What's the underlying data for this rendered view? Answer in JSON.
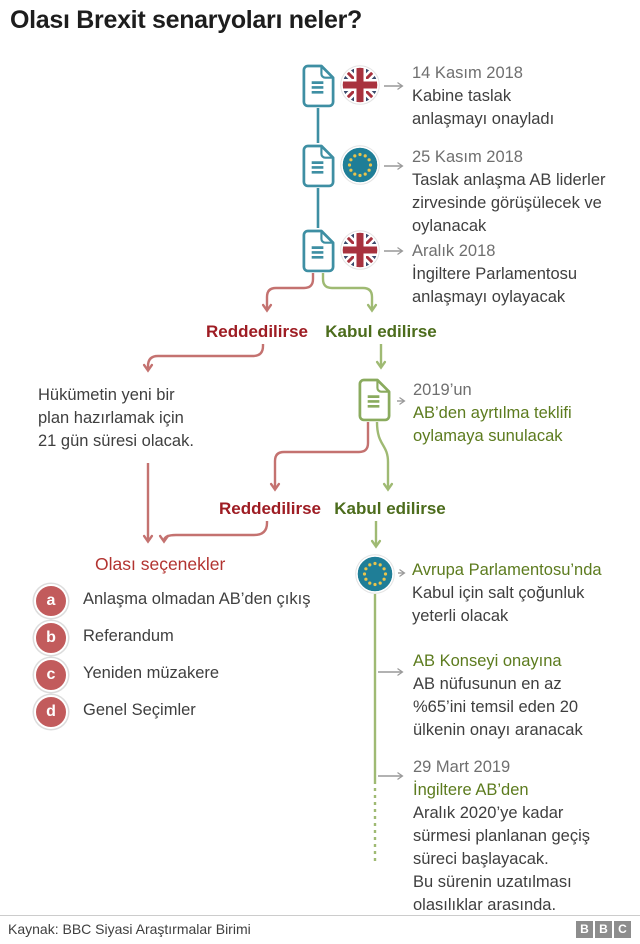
{
  "title": "Olası Brexit senaryoları neler?",
  "colors": {
    "title_color": "#1d1d1d",
    "teal_line": "#3e8fa3",
    "eu_circle": "#1f7e97",
    "eu_star": "#e9c44c",
    "uk_navy": "#3a4a6b",
    "uk_red": "#a8323e",
    "green_line": "#9fba73",
    "green_text": "#5c7b1e",
    "green_label": "#4c6c1c",
    "green_doc": "#8aab5e",
    "red_line": "#c47270",
    "red_label": "#9e1c23",
    "red_options": "#b23330",
    "red_circle": "#c25b5c",
    "gray_text": "#6f6f6f",
    "dark_text": "#3f3f3f",
    "arrow_gray": "#999999",
    "rule_gray": "#cccccc",
    "logo_gray": "#8d8d8d"
  },
  "timeline": [
    {
      "date": "14 Kasım 2018",
      "flag": "uk-flag",
      "lines": [
        "Kabine taslak",
        "anlaşmayı onayladı"
      ]
    },
    {
      "date": "25 Kasım 2018",
      "flag": "eu-flag",
      "lines": [
        "Taslak anlaşma AB liderler",
        "zirvesinde görüşülecek ve",
        "oylanacak"
      ]
    },
    {
      "date": "Aralık 2018",
      "flag": "uk-flag",
      "lines": [
        "İngiltere Parlamentosu",
        "anlaşmayı oylayacak"
      ]
    }
  ],
  "branch1": {
    "reject_label": "Reddedilirse",
    "accept_label": "Kabul edilirse"
  },
  "reject1_text": {
    "lines": [
      "Hükümetin yeni bir",
      "plan hazırlamak için",
      "21 gün süresi olacak."
    ]
  },
  "vote_node": {
    "date": "2019’un",
    "green_lines": [
      "AB’den ayrtılma teklifi",
      "oylamaya sunulacak"
    ]
  },
  "branch2": {
    "reject_label": "Reddedilirse",
    "accept_label": "Kabul edilirse"
  },
  "options": {
    "heading": "Olası seçenekler",
    "items": [
      {
        "key": "a",
        "label": "Anlaşma olmadan AB’den çıkış"
      },
      {
        "key": "b",
        "label": "Referandum"
      },
      {
        "key": "c",
        "label": "Yeniden müzakere"
      },
      {
        "key": "d",
        "label": "Genel Seçimler"
      }
    ]
  },
  "accept_path": {
    "parliament": {
      "heading": "Avrupa Parlamentosu’nda",
      "lines": [
        "Kabul için salt çoğunluk",
        "yeterli olacak"
      ]
    },
    "council": {
      "heading": "AB Konseyi onayına",
      "lines": [
        "AB nüfusunun en az",
        "%65’ini temsil eden 20",
        "ülkenin onayı aranacak"
      ]
    },
    "exit": {
      "date": "29 Mart 2019",
      "heading": "İngiltere AB’den",
      "lines": [
        "Aralık 2020’ye kadar",
        "sürmesi planlanan geçiş",
        "süreci başlayacak.",
        "Bu sürenin uzatılması",
        "olasılıklar arasında."
      ]
    }
  },
  "footer": {
    "source": "Kaynak: BBC Siyasi Araştırmalar Birimi",
    "logo_letters": [
      "B",
      "B",
      "C"
    ]
  }
}
